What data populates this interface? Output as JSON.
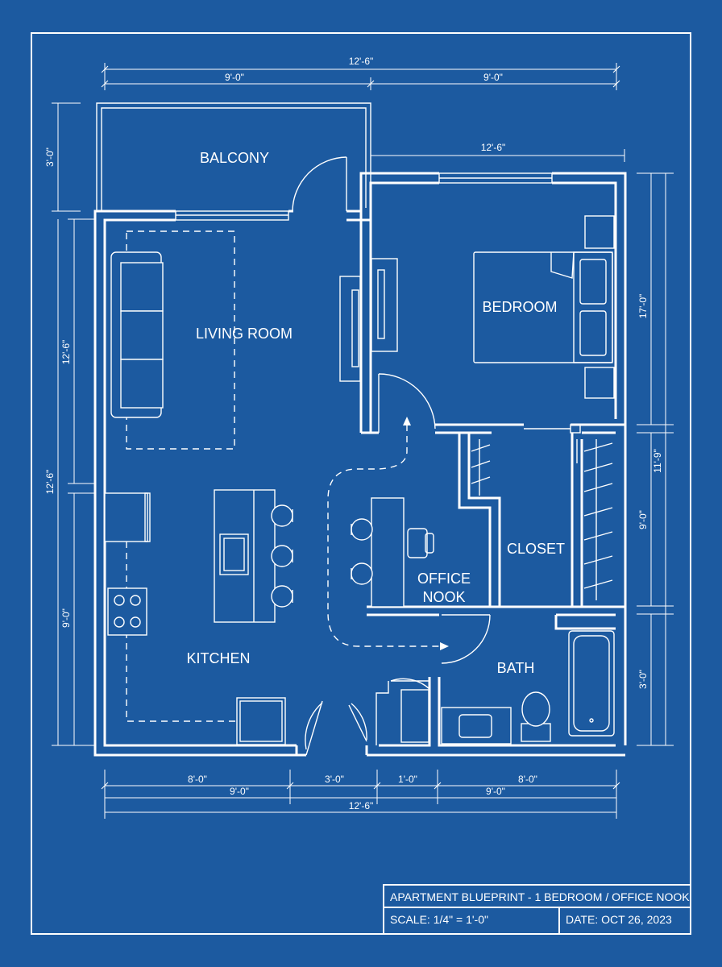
{
  "rooms": {
    "balcony": "BALCONY",
    "living_room": "LIVING ROOM",
    "bedroom": "BEDROOM",
    "kitchen": "KITCHEN",
    "closet": "CLOSET",
    "office_nook_line1": "OFFICE",
    "office_nook_line2": "NOOK",
    "bath": "BATH"
  },
  "dimensions": {
    "top_total": "12'-6\"",
    "top_left": "9'-0\"",
    "top_right": "9'-0\"",
    "bedroom_width": "12'-6\"",
    "left_balcony": "3'-0\"",
    "left_living": "12'-6\"",
    "left_lower": "12'-6\"",
    "left_kitchen": "9'-0\"",
    "right_bedroom": "17'-0\"",
    "right_closet": "11'-9\"",
    "right_nook": "9'-0\"",
    "right_bath": "3'-0\"",
    "bottom_kitchen": "8'-0\"",
    "bottom_entry": "3'-0\"",
    "bottom_hall": "1'-0\"",
    "bottom_bath": "8'-0\"",
    "bottom_left_sub": "9'-0\"",
    "bottom_right_sub": "9'-0\"",
    "bottom_total": "12'-6\""
  },
  "title_block": {
    "title": "APARTMENT BLUEPRINT - 1 BEDROOM / OFFICE NOOK",
    "scale": "SCALE: 1/4\" = 1'-0\"",
    "date": "DATE: OCT 26, 2023"
  },
  "colors": {
    "background": "#1c5aa0",
    "lines": "#ffffff"
  }
}
